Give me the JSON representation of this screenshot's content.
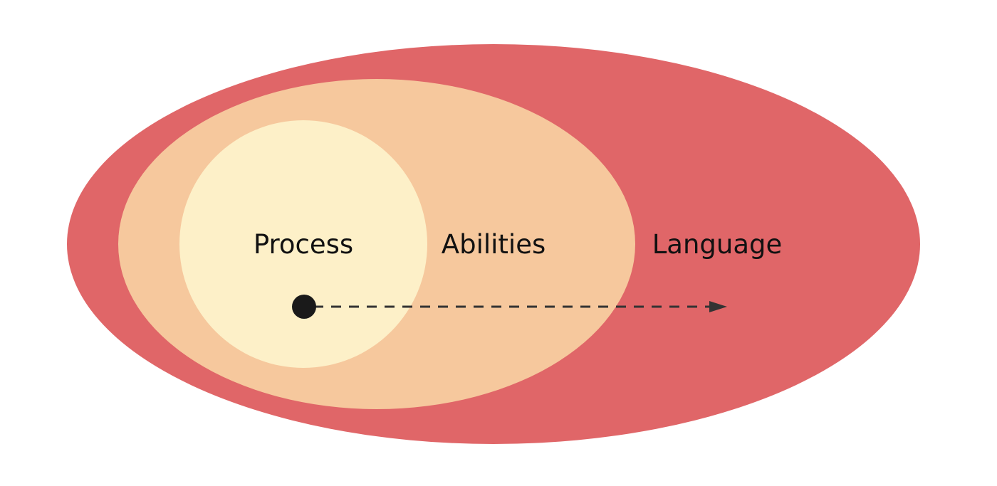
{
  "diagram": {
    "labels": {
      "outer": "Language",
      "middle": "Abilities",
      "inner": "Process"
    },
    "colors": {
      "background": "#ffffff",
      "outer": "#e06668",
      "middle": "#f6c89d",
      "inner": "#fdf0c8",
      "arrow": "#333333",
      "dot": "#1a1a1a",
      "text": "#111111"
    }
  }
}
